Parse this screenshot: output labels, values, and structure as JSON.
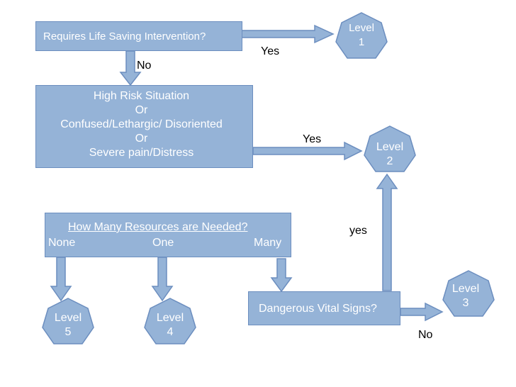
{
  "colors": {
    "box_fill": "#95b3d7",
    "box_border": "#6c8ebf",
    "arrow_fill": "#95b3d7",
    "text_on_box": "#ffffff"
  },
  "nodes": {
    "life_saving": "Requires Life Saving Intervention?",
    "high_risk": {
      "line1": "High Risk Situation",
      "line2": "Or",
      "line3": "Confused/Lethargic/ Disoriented",
      "line4": "Or",
      "line5": "Severe pain/Distress"
    },
    "resources": {
      "title": "How Many Resources are Needed?",
      "opt_none": "None",
      "opt_one": "One",
      "opt_many": "Many"
    },
    "vital_signs": "Dangerous Vital Signs?"
  },
  "levels": {
    "level1": {
      "word": "Level",
      "num": "1"
    },
    "level2": {
      "word": "Level",
      "num": "2"
    },
    "level3": {
      "word": "Level",
      "num": "3"
    },
    "level4": {
      "word": "Level",
      "num": "4"
    },
    "level5": {
      "word": "Level",
      "num": "5"
    }
  },
  "edge_labels": {
    "yes_level1": "Yes",
    "no_high_risk": "No",
    "yes_level2": "Yes",
    "yes_vital_to_level2": "yes",
    "no_vital_to_level3": "No"
  }
}
